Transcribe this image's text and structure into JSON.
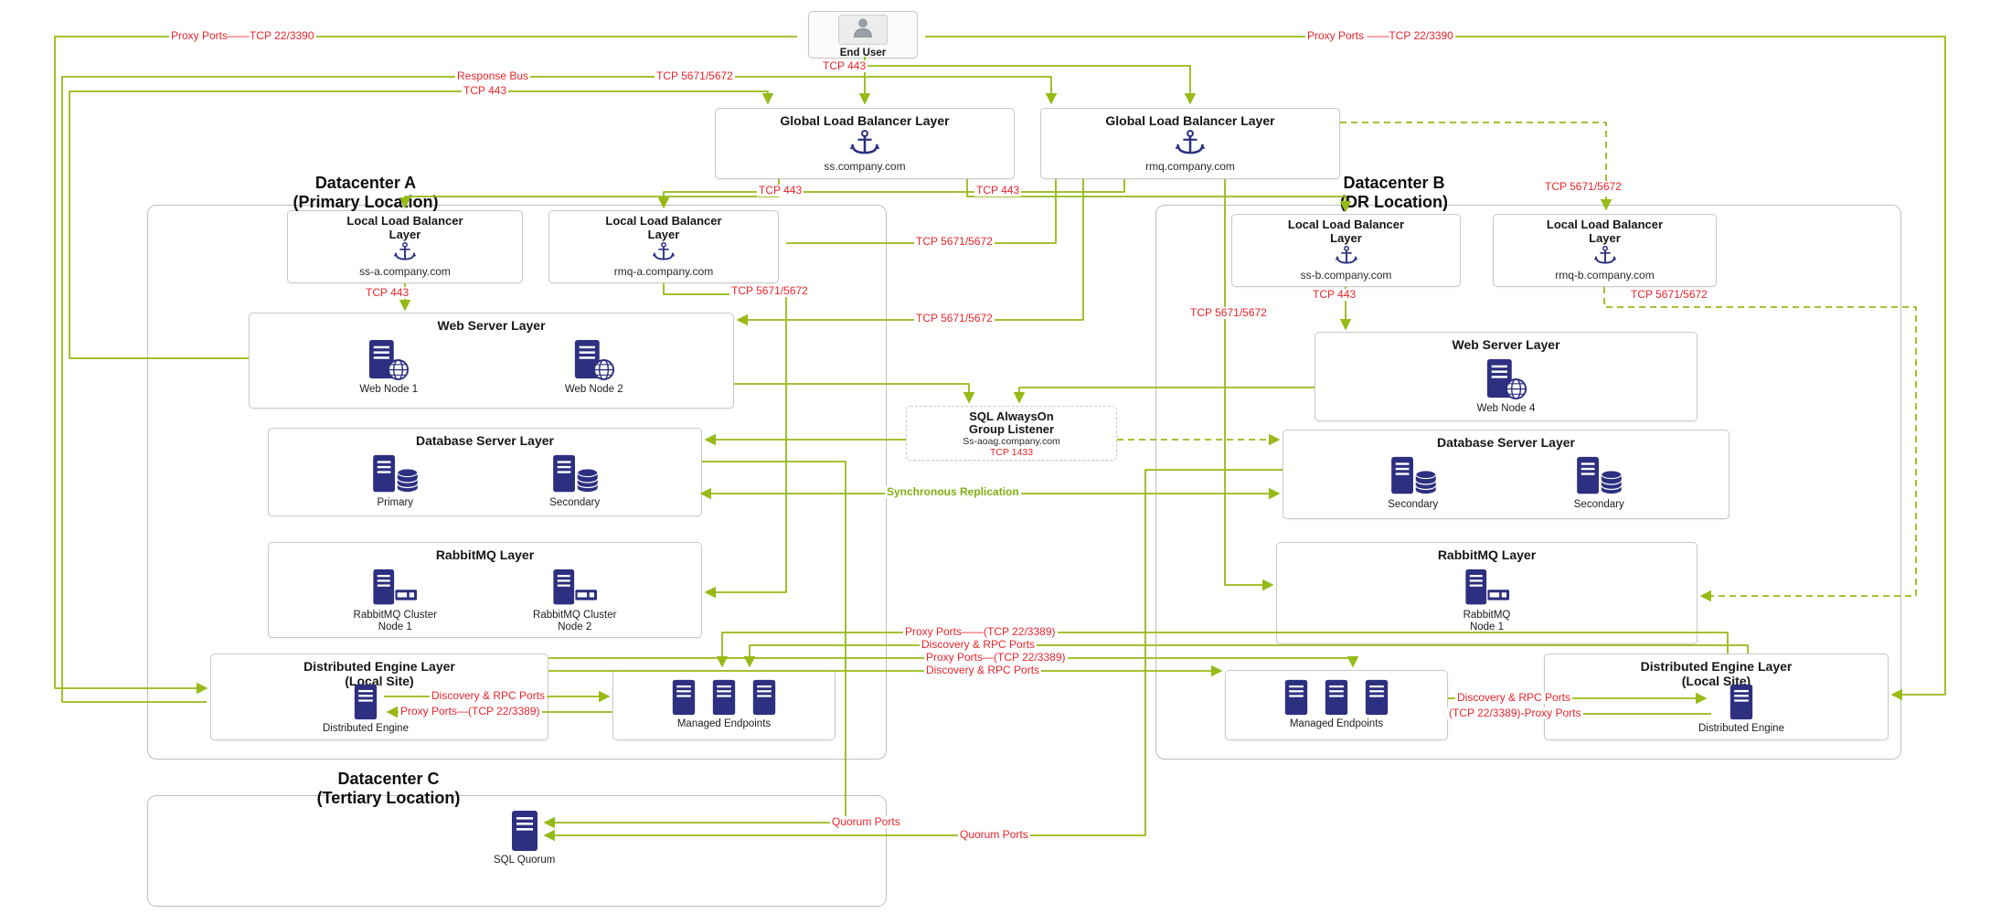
{
  "colors": {
    "line": "#96ba16",
    "label_red": "#e8252c",
    "icon_navy": "#2d3080"
  },
  "end_user": {
    "label": "End User"
  },
  "global_lb": {
    "ss": {
      "title": "Global Load Balancer Layer",
      "host": "ss.company.com"
    },
    "rmq": {
      "title": "Global Load Balancer Layer",
      "host": "rmq.company.com"
    }
  },
  "sql_listener": {
    "title_line1": "SQL AlwaysOn",
    "title_line2": "Group Listener",
    "host": "Ss-aoag.company.com",
    "port": "TCP 1433"
  },
  "datacenter_a": {
    "title": "Datacenter A",
    "subtitle": "(Primary Location)",
    "llb_ss": {
      "title_line1": "Local Load Balancer",
      "title_line2": "Layer",
      "host": "ss-a.company.com"
    },
    "llb_rmq": {
      "title_line1": "Local Load Balancer",
      "title_line2": "Layer",
      "host": "rmq-a.company.com"
    },
    "web": {
      "title": "Web Server Layer",
      "node1": "Web Node 1",
      "node2": "Web Node 2"
    },
    "db": {
      "title": "Database Server Layer",
      "node1": "Primary",
      "node2": "Secondary"
    },
    "rmq": {
      "title": "RabbitMQ Layer",
      "node1_line1": "RabbitMQ Cluster",
      "node1_line2": "Node 1",
      "node2_line1": "RabbitMQ Cluster",
      "node2_line2": "Node 2"
    },
    "engine": {
      "title_line1": "Distributed Engine Layer",
      "title_line2": "(Local Site)",
      "node": "Distributed Engine"
    },
    "endpoints": {
      "label": "Managed Endpoints"
    }
  },
  "datacenter_b": {
    "title": "Datacenter B",
    "subtitle": "(DR Location)",
    "llb_ss": {
      "title_line1": "Local Load Balancer",
      "title_line2": "Layer",
      "host": "ss-b.company.com"
    },
    "llb_rmq": {
      "title_line1": "Local Load Balancer",
      "title_line2": "Layer",
      "host": "rmq-b.company.com"
    },
    "web": {
      "title": "Web Server Layer",
      "node1": "Web Node 4"
    },
    "db": {
      "title": "Database Server Layer",
      "node1": "Secondary",
      "node2": "Secondary"
    },
    "rmq": {
      "title": "RabbitMQ Layer",
      "node1_line1": "RabbitMQ",
      "node1_line2": "Node 1"
    },
    "engine": {
      "title_line1": "Distributed Engine Layer",
      "title_line2": "(Local Site)",
      "node": "Distributed Engine"
    },
    "endpoints": {
      "label": "Managed Endpoints"
    }
  },
  "datacenter_c": {
    "title": "Datacenter C",
    "subtitle": "(Tertiary Location)",
    "node": "SQL Quorum"
  },
  "edge_labels": {
    "proxy_top_left": "Proxy Ports——TCP 22/3390",
    "proxy_top_right": "Proxy Ports ——TCP 22/3390",
    "response_bus": "Response Bus",
    "response_bus_port": "TCP 5671/5672",
    "tcp443_far_left": "TCP 443",
    "tcp443_user": "TCP 443",
    "tcp443_glb_a": "TCP 443",
    "tcp443_glb_b": "TCP 443",
    "amqp_top_right": "TCP 5671/5672",
    "tcp443_llb_a": "TCP 443",
    "amqp_llb_a": "TCP 5671/5672",
    "amqp_center_upper": "TCP 5671/5672",
    "amqp_center_lower": "TCP 5671/5672",
    "amqp_dcb_left": "TCP 5671/5672",
    "tcp443_llb_b": "TCP 443",
    "amqp_llb_b": "TCP 5671/5672",
    "sync_replication": "Synchronous Replication",
    "proxy_cross_1": "Proxy Ports——(TCP 22/3389)",
    "discovery_cross_1": "Discovery & RPC Ports",
    "proxy_cross_2": "Proxy Ports—(TCP 22/3389)",
    "discovery_cross_2": "Discovery & RPC Ports",
    "discovery_a": "Discovery & RPC Ports",
    "proxy_a": "Proxy Ports—(TCP 22/3389)",
    "discovery_b": "Discovery & RPC Ports",
    "proxy_b": "(TCP 22/3389)-Proxy Ports",
    "quorum_a": "Quorum Ports",
    "quorum_b": "Quorum Ports"
  }
}
